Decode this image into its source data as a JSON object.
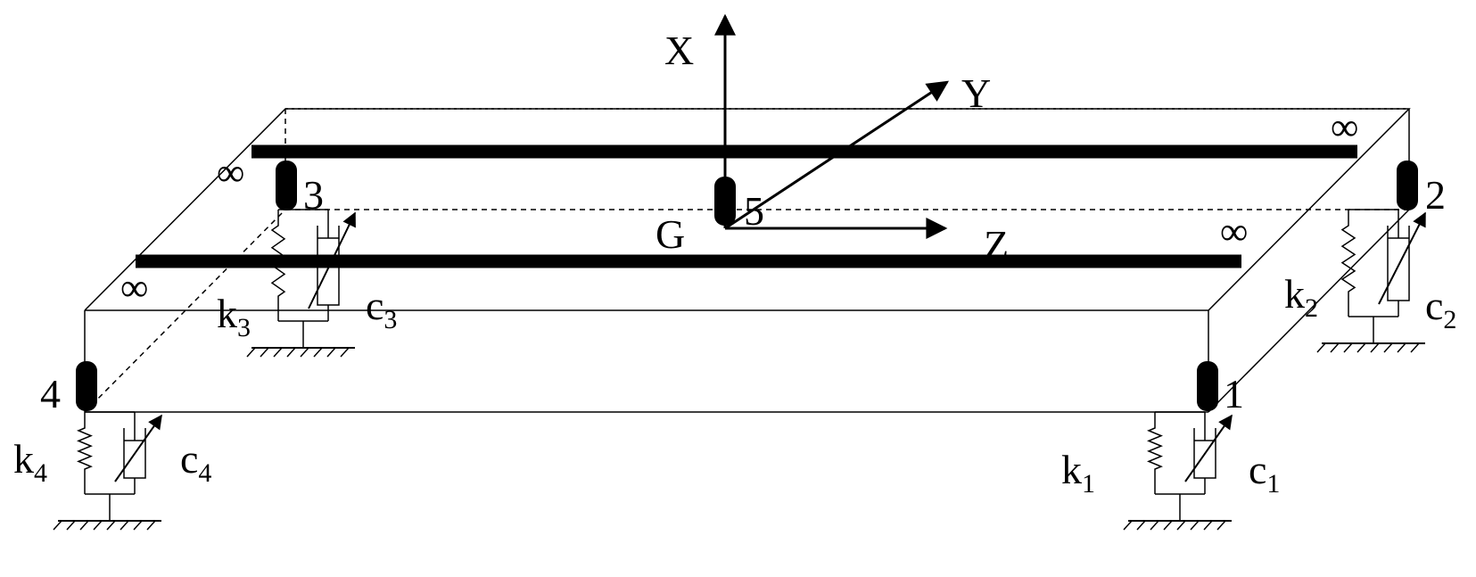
{
  "axes": {
    "x": "X",
    "y": "Y",
    "z": "Z",
    "origin": "G"
  },
  "points": {
    "p1": "1",
    "p2": "2",
    "p3": "3",
    "p4": "4",
    "p5": "5"
  },
  "infinity": "∞",
  "springs": [
    {
      "k": "k",
      "k_sub": "1",
      "c": "c",
      "c_sub": "1"
    },
    {
      "k": "k",
      "k_sub": "2",
      "c": "c",
      "c_sub": "2"
    },
    {
      "k": "k",
      "k_sub": "3",
      "c": "c",
      "c_sub": "3"
    },
    {
      "k": "k",
      "k_sub": "4",
      "c": "c",
      "c_sub": "4"
    }
  ],
  "colors": {
    "line": "#000000",
    "background": "#ffffff"
  }
}
